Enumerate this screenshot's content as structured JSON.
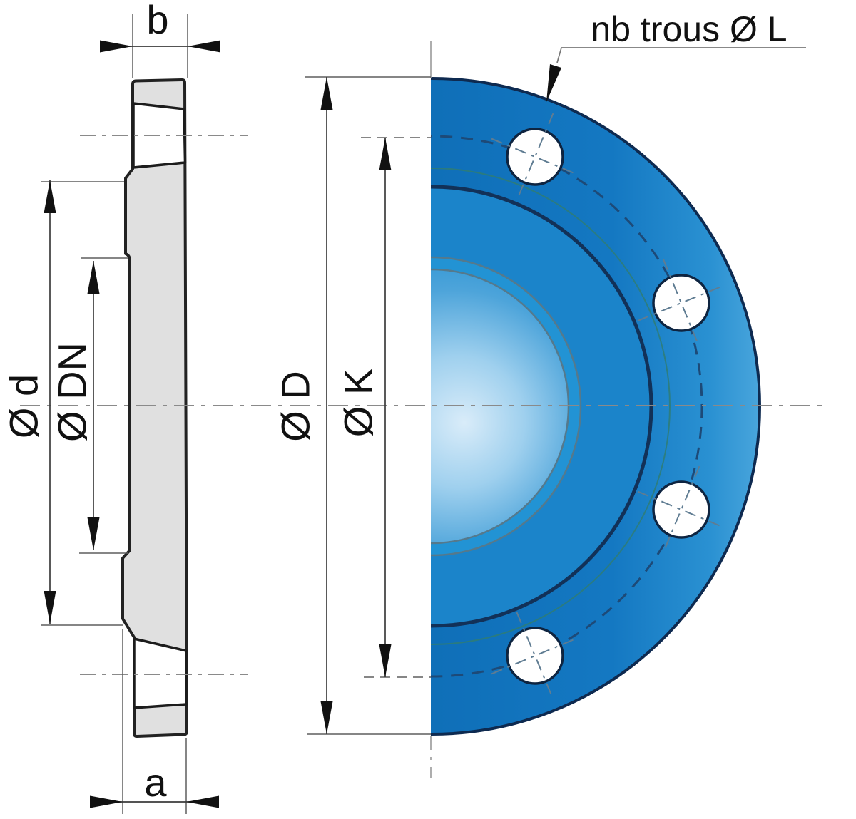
{
  "drawing": {
    "labels": {
      "plate_thickness": "b",
      "total_thickness": "a",
      "raised_face_diameter": "Ø d",
      "nominal_diameter": "Ø DN",
      "outside_diameter": "Ø D",
      "bolt_circle_diameter": "Ø K",
      "holes_note": "nb trous Ø L"
    },
    "front_view": {
      "visible_bolt_holes": 4
    },
    "colors": {
      "flange_outer_blue": "#1478c2",
      "flange_mid_blue": "#1b84ca",
      "flange_inner_blue": "#2293d4",
      "bore_highlight": "#d9ecf9",
      "outline_navy": "#0e2a50",
      "bolt_circle_navy": "#1d4a78",
      "teal_ring": "#2f7d74",
      "section_gray": "#e0e0e0",
      "section_outline": "#222222",
      "centerline_gray": "#8a8a8a",
      "dimension_line": "#3c3c3c",
      "arrow_black": "#111111"
    }
  }
}
